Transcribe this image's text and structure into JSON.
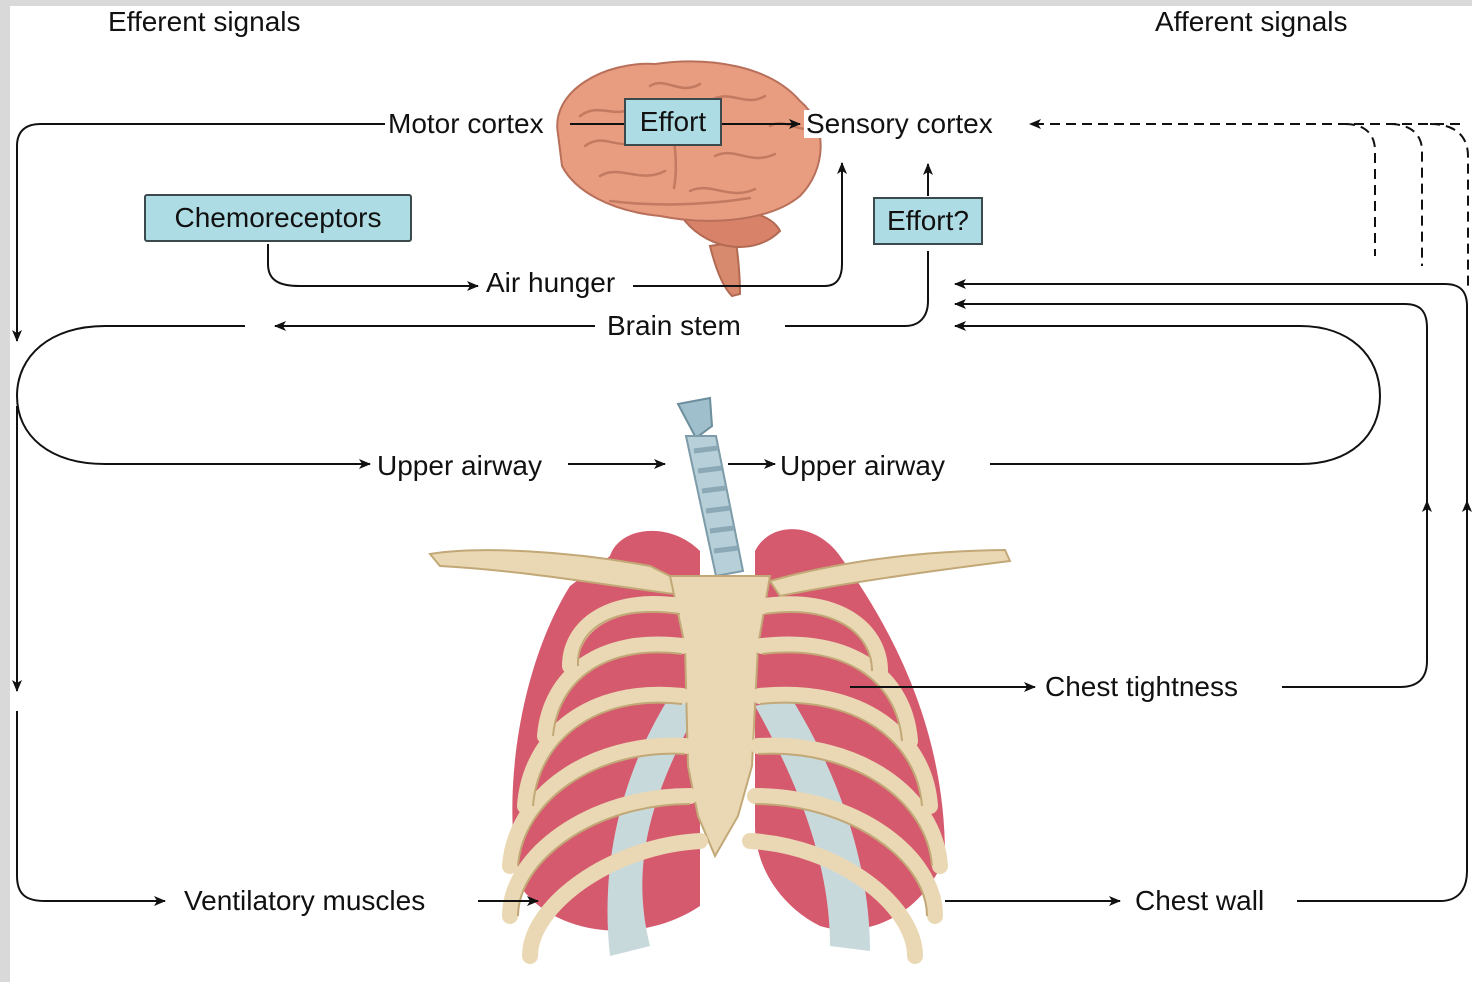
{
  "headers": {
    "efferent": "Efferent signals",
    "afferent": "Afferent signals"
  },
  "labels": {
    "motor_cortex": "Motor cortex",
    "sensory_cortex": "Sensory cortex",
    "air_hunger": "Air hunger",
    "brain_stem": "Brain stem",
    "upper_airway_left": "Upper airway",
    "upper_airway_right": "Upper airway",
    "chest_tightness": "Chest tightness",
    "ventilatory_muscles": "Ventilatory muscles",
    "chest_wall": "Chest wall"
  },
  "boxes": {
    "effort": "Effort",
    "effort_question": "Effort?",
    "chemoreceptors": "Chemoreceptors"
  },
  "colors": {
    "box_fill": "#aedce4",
    "brain": "#e69a7f",
    "lung": "#d65a6e",
    "bone": "#ead8b4",
    "cartilage": "#c8d9dc",
    "trachea": "#8fb3c2"
  }
}
